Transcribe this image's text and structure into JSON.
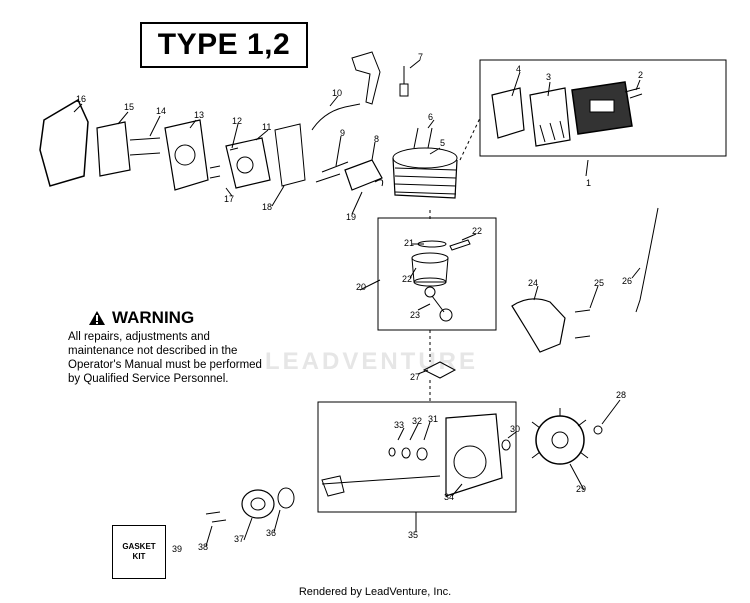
{
  "title": "TYPE 1,2",
  "warning": {
    "heading": "WARNING",
    "text": "All repairs, adjustments and maintenance not described in the Operator's Manual must be performed by Qualified Service Personnel."
  },
  "gasket_kit": {
    "label": "GASKET\nKIT"
  },
  "watermark": "LEADVENTURE",
  "footer": "Rendered by LeadVenture, Inc.",
  "part_numbers": [
    "1",
    "2",
    "3",
    "4",
    "5",
    "6",
    "7",
    "8",
    "9",
    "10",
    "11",
    "12",
    "13",
    "14",
    "15",
    "16",
    "17",
    "18",
    "19",
    "20",
    "21",
    "22",
    "23",
    "24",
    "25",
    "26",
    "27",
    "28",
    "29",
    "30",
    "31",
    "32",
    "33",
    "34",
    "35",
    "36",
    "37",
    "38",
    "39"
  ]
}
